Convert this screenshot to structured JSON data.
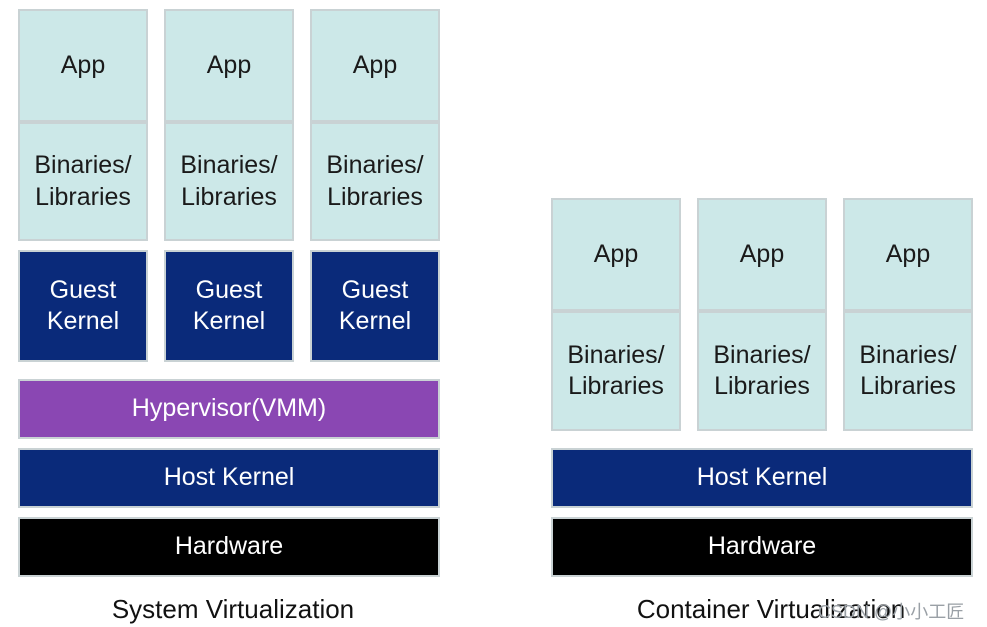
{
  "system": {
    "stack": [
      {
        "app": "App",
        "bins": "Binaries/ Libraries",
        "kernel": "Guest Kernel"
      },
      {
        "app": "App",
        "bins": "Binaries/ Libraries",
        "kernel": "Guest Kernel"
      },
      {
        "app": "App",
        "bins": "Binaries/ Libraries",
        "kernel": "Guest Kernel"
      }
    ],
    "hypervisor": "Hypervisor(VMM)",
    "host_kernel": "Host Kernel",
    "hardware": "Hardware",
    "caption": "System Virtualization"
  },
  "container": {
    "stack": [
      {
        "app": "App",
        "bins": "Binaries/ Libraries"
      },
      {
        "app": "App",
        "bins": "Binaries/ Libraries"
      },
      {
        "app": "App",
        "bins": "Binaries/ Libraries"
      }
    ],
    "host_kernel": "Host Kernel",
    "hardware": "Hardware",
    "caption": "Container Virtualization"
  },
  "watermark": "CSDN @小小工匠",
  "colors": {
    "app_layer": "#cce8e8",
    "kernel_layer": "#0a2a7a",
    "hypervisor_layer": "#8a47b3",
    "hardware_layer": "#000000"
  }
}
